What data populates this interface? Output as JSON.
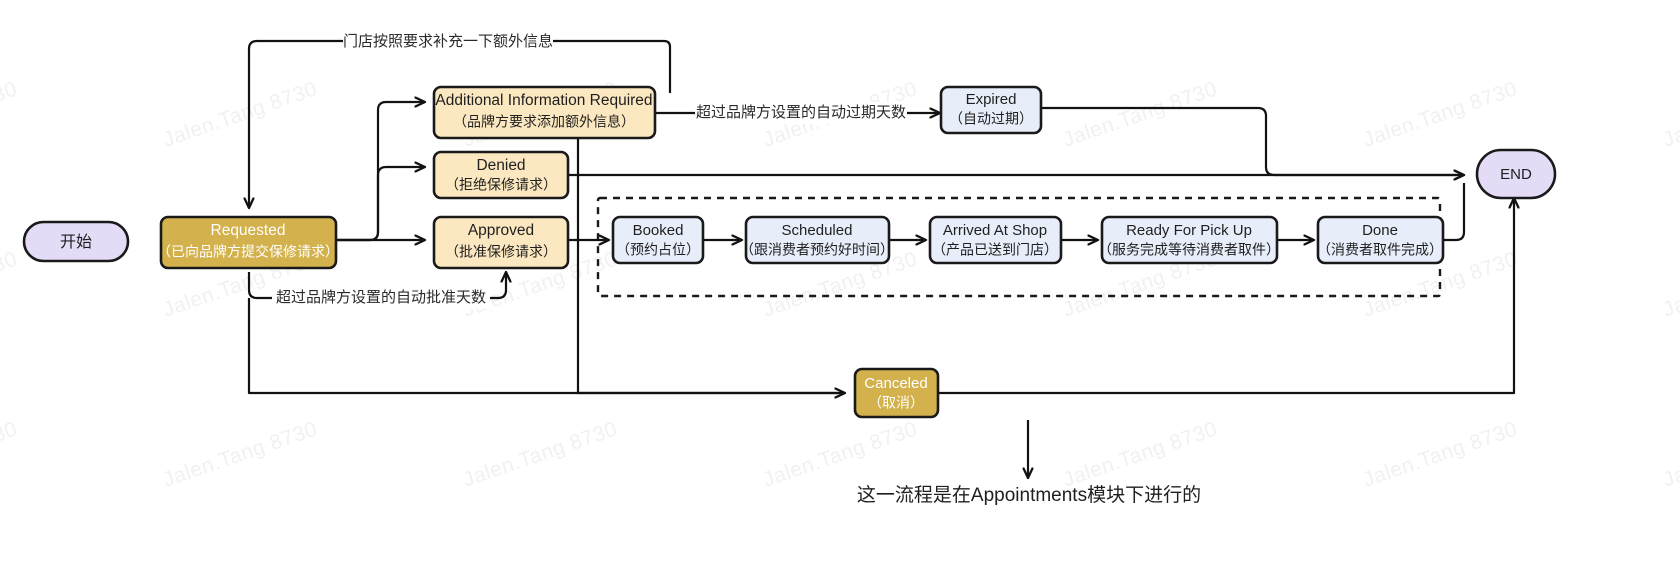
{
  "diagram": {
    "title_caption": "这一流程是在Appointments模块下进行的",
    "watermark": "Jalen.Tang 8730",
    "colors": {
      "gold_fill": "#d3b14c",
      "gold_text": "#ffffff",
      "cream_fill": "#fce8c0",
      "cream_text": "#1f1f1f",
      "blue_fill": "#e8edfa",
      "blue_text": "#1f1f1f",
      "purple_fill": "#e4dcf7",
      "purple_text": "#1f1f1f",
      "stroke": "#1a1a1a"
    }
  },
  "nodes": {
    "start": {
      "name": "start-node",
      "title": "开始",
      "subtitle": ""
    },
    "requested": {
      "name": "requested-node",
      "title": "Requested",
      "subtitle": "（已向品牌方提交保修请求）"
    },
    "additional_info": {
      "name": "additional-information-required-node",
      "title": "Additional Information Required",
      "subtitle": "（品牌方要求添加额外信息）"
    },
    "denied": {
      "name": "denied-node",
      "title": "Denied",
      "subtitle": "（拒绝保修请求）"
    },
    "approved": {
      "name": "approved-node",
      "title": "Approved",
      "subtitle": "（批准保修请求）"
    },
    "expired": {
      "name": "expired-node",
      "title": "Expired",
      "subtitle": "（自动过期）"
    },
    "booked": {
      "name": "booked-node",
      "title": "Booked",
      "subtitle": "（预约占位）"
    },
    "scheduled": {
      "name": "scheduled-node",
      "title": "Scheduled",
      "subtitle": "（跟消费者预约好时间）"
    },
    "arrived": {
      "name": "arrived-at-shop-node",
      "title": "Arrived At Shop",
      "subtitle": "（产品已送到门店）"
    },
    "ready": {
      "name": "ready-for-pick-up-node",
      "title": "Ready For Pick Up",
      "subtitle": "（服务完成等待消费者取件）"
    },
    "done": {
      "name": "done-node",
      "title": "Done",
      "subtitle": "（消费者取件完成）"
    },
    "canceled": {
      "name": "canceled-node",
      "title": "Canceled",
      "subtitle": "（取消）"
    },
    "end": {
      "name": "end-node",
      "title": "END",
      "subtitle": ""
    }
  },
  "edge_labels": {
    "supplement_info": "门店按照要求补充一下额外信息",
    "auto_expire": "超过品牌方设置的自动过期天数",
    "auto_approve": "超过品牌方设置的自动批准天数"
  }
}
